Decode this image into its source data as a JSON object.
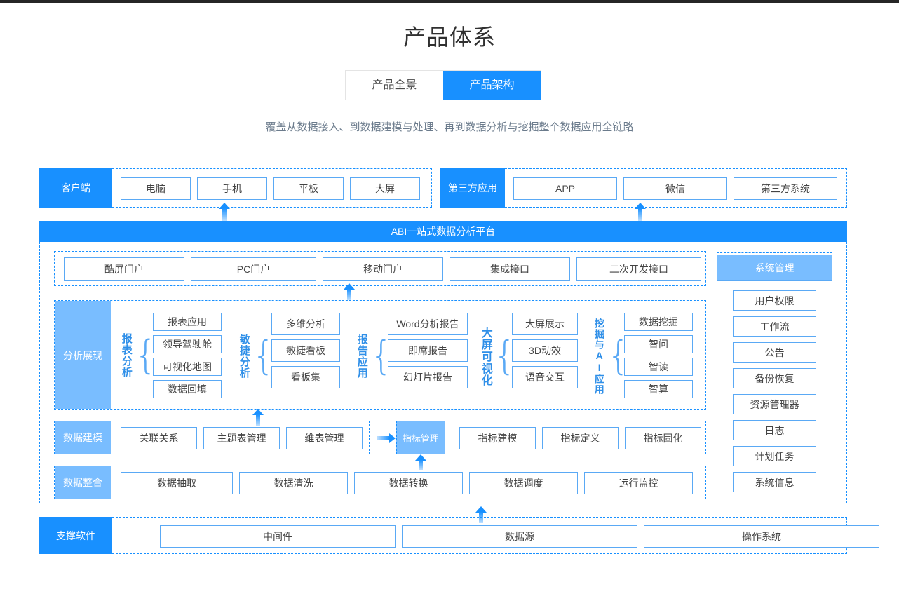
{
  "page": {
    "title": "产品体系",
    "subtitle": "覆盖从数据接入、到数据建模与处理、再到数据分析与挖掘整个数据应用全链路"
  },
  "tabs": [
    {
      "label": "产品全景",
      "active": false
    },
    {
      "label": "产品架构",
      "active": true
    }
  ],
  "colors": {
    "primary": "#1890ff",
    "soft": "#79bdff",
    "border": "#5aa9f5",
    "text": "#444444",
    "label_text": "#2f8fe8"
  },
  "client_section": {
    "label": "客户端",
    "items": [
      "电脑",
      "手机",
      "平板",
      "大屏"
    ]
  },
  "third_party_section": {
    "label": "第三方应用",
    "items": [
      "APP",
      "微信",
      "第三方系统"
    ]
  },
  "platform_bar": {
    "label": "ABI一站式数据分析平台"
  },
  "portal_row": {
    "items": [
      "酷屏门户",
      "PC门户",
      "移动门户",
      "集成接口",
      "二次开发接口"
    ]
  },
  "analysis_section": {
    "label": "分析展现",
    "groups": [
      {
        "name": "报表分析",
        "items": [
          "报表应用",
          "领导驾驶舱",
          "可视化地图",
          "数据回填"
        ]
      },
      {
        "name": "敏捷分析",
        "items": [
          "多维分析",
          "敏捷看板",
          "看板集"
        ]
      },
      {
        "name": "报告应用",
        "items": [
          "Word分析报告",
          "即席报告",
          "幻灯片报告"
        ]
      },
      {
        "name": "大屏可视化",
        "items": [
          "大屏展示",
          "3D动效",
          "语音交互"
        ]
      },
      {
        "name": "挖掘与AI应用",
        "items": [
          "数据挖掘",
          "智问",
          "智读",
          "智算"
        ]
      }
    ]
  },
  "modeling_section": {
    "label": "数据建模",
    "left_items": [
      "关联关系",
      "主题表管理",
      "维表管理"
    ],
    "highlight": "指标管理",
    "right_items": [
      "指标建模",
      "指标定义",
      "指标固化"
    ]
  },
  "integration_section": {
    "label": "数据整合",
    "items": [
      "数据抽取",
      "数据清洗",
      "数据转换",
      "数据调度",
      "运行监控"
    ]
  },
  "system_management": {
    "title": "系统管理",
    "items": [
      "用户权限",
      "工作流",
      "公告",
      "备份恢复",
      "资源管理器",
      "日志",
      "计划任务",
      "系统信息"
    ]
  },
  "support_section": {
    "label": "支撑软件",
    "items": [
      "中间件",
      "数据源",
      "操作系统"
    ]
  }
}
